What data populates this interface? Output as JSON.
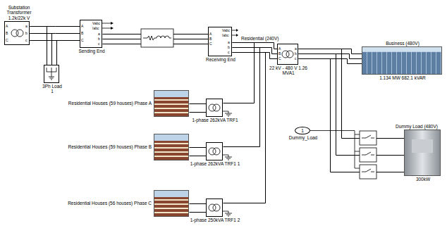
{
  "diagram": {
    "nodes": [
      {
        "text": [
          "Substation Transformer 1.2k/22k V"
        ]
      },
      {
        "text": [
          "3Ph Load 1"
        ]
      },
      {
        "text": [
          "Sending End"
        ]
      },
      {
        "text": [
          "Receiving End"
        ]
      },
      {
        "text": [
          "22 kV - 480 V 1.26 MVA1"
        ]
      },
      {
        "text": [
          "Business (480V)",
          "1.134 MW 682.1 kVAR"
        ]
      },
      {
        "text": [
          "Residential Houses (59 houses) Phase A"
        ]
      },
      {
        "text": [
          "1-phase 262kVA TRF1"
        ]
      },
      {
        "text": [
          "Residential Houses (59 houses) Phase B"
        ]
      },
      {
        "text": [
          "1-phase 262kVA TRF1 1"
        ]
      },
      {
        "text": [
          "Residential Houses (56 houses) Phase C"
        ]
      },
      {
        "text": [
          "1-phase 250kVA TRF1 2"
        ]
      },
      {
        "text": [
          "1",
          "Dummy_Load"
        ]
      },
      {
        "text": [
          "Dummy Load (480V)",
          "300kW"
        ]
      }
    ],
    "edges": [
      {
        "from": 0,
        "to": 2,
        "arrow": "none"
      },
      {
        "from": 0,
        "to": 1,
        "arrow": "none"
      },
      {
        "from": 2,
        "to": 3,
        "arrow": "none"
      },
      {
        "from": 3,
        "to": 4,
        "arrow": "none"
      },
      {
        "from": 4,
        "to": 5,
        "arrow": "none"
      },
      {
        "from": 4,
        "to": 13,
        "arrow": "none"
      },
      {
        "from": 3,
        "to": 7,
        "arrow": "none"
      },
      {
        "from": 3,
        "to": 9,
        "arrow": "none"
      },
      {
        "from": 3,
        "to": 11,
        "arrow": "none"
      },
      {
        "from": 7,
        "to": 6,
        "arrow": "none"
      },
      {
        "from": 9,
        "to": 8,
        "arrow": "none"
      },
      {
        "from": 11,
        "to": 10,
        "arrow": "none"
      }
    ],
    "labels": [
      "Residential (240V)",
      "A",
      "B",
      "C",
      "a",
      "b",
      "c",
      "A",
      "B",
      "C",
      "Vabc",
      "Iabc",
      "a",
      "b",
      "c",
      "A",
      "B",
      "C",
      "Vabc",
      "Iabc",
      "a",
      "b",
      "c",
      "A",
      "B",
      "C",
      "a",
      "b",
      "c"
    ]
  }
}
